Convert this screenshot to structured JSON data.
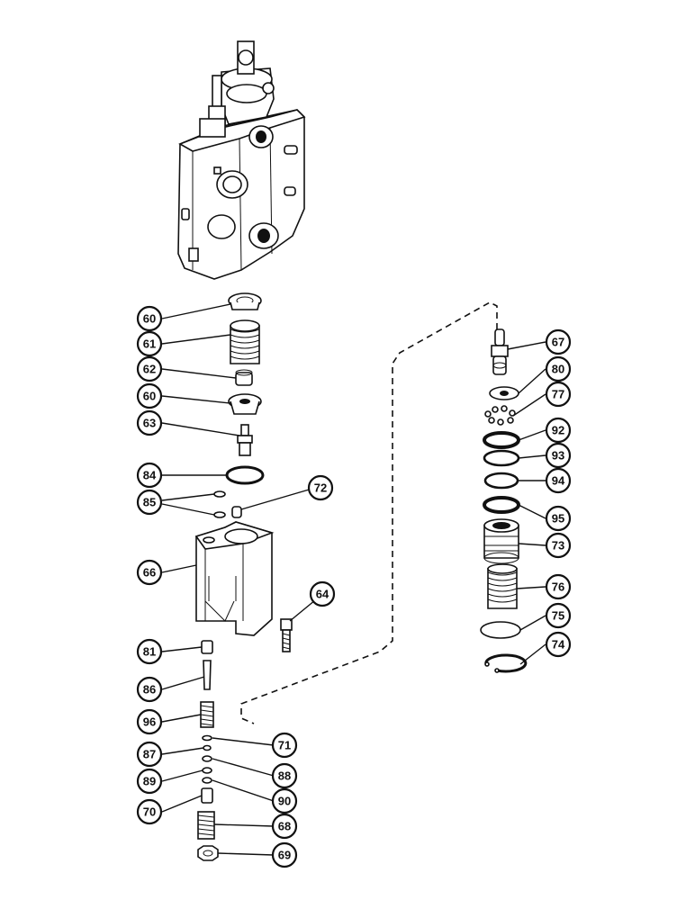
{
  "diagram": {
    "type": "exploded-parts-view",
    "callouts": [
      {
        "id": "c60a",
        "label": "60",
        "part": "spring-cap-top"
      },
      {
        "id": "c61",
        "label": "61",
        "part": "spool-spring"
      },
      {
        "id": "c62",
        "label": "62",
        "part": "spacer"
      },
      {
        "id": "c60b",
        "label": "60",
        "part": "spring-cap-bottom"
      },
      {
        "id": "c63",
        "label": "63",
        "part": "spool-bolt"
      },
      {
        "id": "c84",
        "label": "84",
        "part": "o-ring-large"
      },
      {
        "id": "c85",
        "label": "85",
        "part": "o-rings-small"
      },
      {
        "id": "c72",
        "label": "72",
        "part": "plug"
      },
      {
        "id": "c66",
        "label": "66",
        "part": "housing"
      },
      {
        "id": "c64",
        "label": "64",
        "part": "cap-screw"
      },
      {
        "id": "c81",
        "label": "81",
        "part": "sleeve"
      },
      {
        "id": "c86",
        "label": "86",
        "part": "pin"
      },
      {
        "id": "c96",
        "label": "96",
        "part": "small-spring"
      },
      {
        "id": "c71",
        "label": "71",
        "part": "ring"
      },
      {
        "id": "c87",
        "label": "87",
        "part": "washer"
      },
      {
        "id": "c88",
        "label": "88",
        "part": "ring"
      },
      {
        "id": "c89",
        "label": "89",
        "part": "o-ring"
      },
      {
        "id": "c90",
        "label": "90",
        "part": "backup-ring"
      },
      {
        "id": "c70",
        "label": "70",
        "part": "seat"
      },
      {
        "id": "c68",
        "label": "68",
        "part": "adjusting-screw"
      },
      {
        "id": "c69",
        "label": "69",
        "part": "nut"
      },
      {
        "id": "c67",
        "label": "67",
        "part": "detent-plunger"
      },
      {
        "id": "c80",
        "label": "80",
        "part": "washer"
      },
      {
        "id": "c77",
        "label": "77",
        "part": "balls"
      },
      {
        "id": "c92",
        "label": "92",
        "part": "backup-ring"
      },
      {
        "id": "c93",
        "label": "93",
        "part": "o-ring"
      },
      {
        "id": "c94",
        "label": "94",
        "part": "o-ring"
      },
      {
        "id": "c95",
        "label": "95",
        "part": "backup-ring"
      },
      {
        "id": "c73",
        "label": "73",
        "part": "detent-sleeve"
      },
      {
        "id": "c76",
        "label": "76",
        "part": "detent-spring"
      },
      {
        "id": "c75",
        "label": "75",
        "part": "plate"
      },
      {
        "id": "c74",
        "label": "74",
        "part": "snap-ring"
      }
    ]
  }
}
